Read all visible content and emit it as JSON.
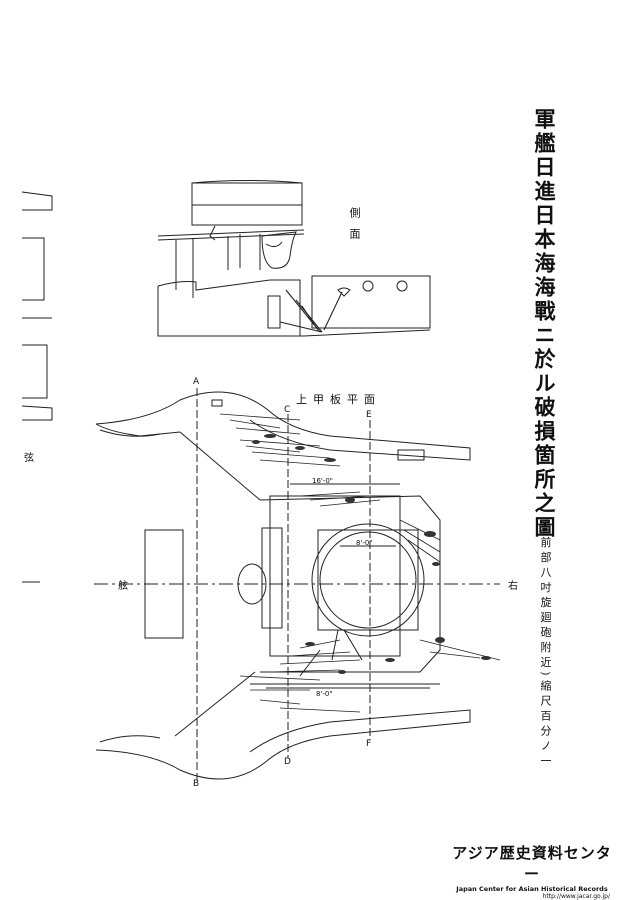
{
  "title": "軍艦日進日本海海戰ニ於ル破損箇所之圖",
  "subtitle": "(前部八吋旋廻砲附近)縮尺百分ノ一",
  "views": {
    "side": "側面",
    "plan": "上甲板平面"
  },
  "section_marks": {
    "a": "A",
    "b": "B",
    "c": "C",
    "d": "D",
    "e": "E",
    "f": "F"
  },
  "dimensions": {
    "top_width": "16'-0\"",
    "inner_width": "8'-0\"",
    "bottom_width": "8'-0\""
  },
  "side_chars": {
    "port": "舷",
    "starboard": "右",
    "left_edge": "弦"
  },
  "watermark": {
    "main": "アジア歴史資料センター",
    "english": "Japan Center for Asian Historical Records",
    "url": "http://www.jacar.go.jp/"
  }
}
